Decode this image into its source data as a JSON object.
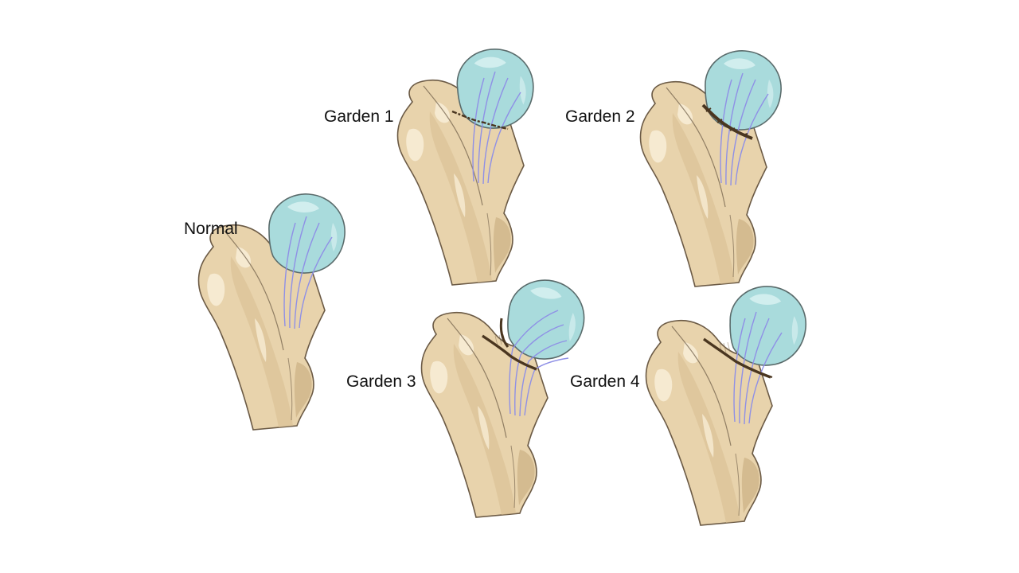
{
  "labels": {
    "normal": "Normal",
    "garden1": "Garden 1",
    "garden2": "Garden 2",
    "garden3": "Garden 3",
    "garden4": "Garden 4"
  },
  "colors": {
    "bone": "#e8d3ac",
    "bone_shadow": "#cdb387",
    "bone_highlight": "#f7ecd5",
    "head": "#a9dbdc",
    "head_highlight": "#d5f0f0",
    "outline": "#6b5a45",
    "trabeculae": "#8f90e6",
    "fracture": "#4a3620"
  }
}
